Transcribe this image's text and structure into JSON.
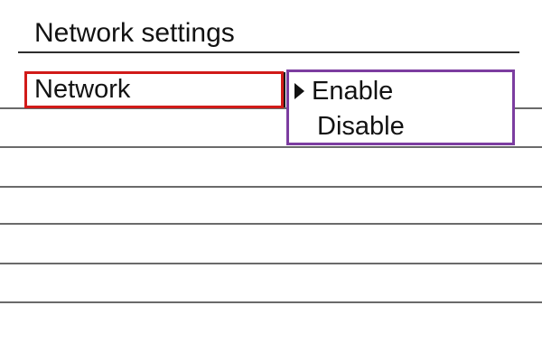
{
  "header": {
    "title": "Network settings"
  },
  "menu": {
    "selected_row": {
      "label": "Network",
      "selected": true
    },
    "empty_row_count": 5
  },
  "dropdown": {
    "cursor_icon": "right-pointing-triangle",
    "options": [
      {
        "label": "Enable",
        "current": true
      },
      {
        "label": "Disable",
        "current": false
      }
    ]
  },
  "colors": {
    "selection_border": "#d11a18",
    "dropdown_border": "#7c3da0",
    "grid_line": "#6a6a6a",
    "title_underline": "#2e2e2e",
    "text": "#121212",
    "background": "#ffffff"
  }
}
